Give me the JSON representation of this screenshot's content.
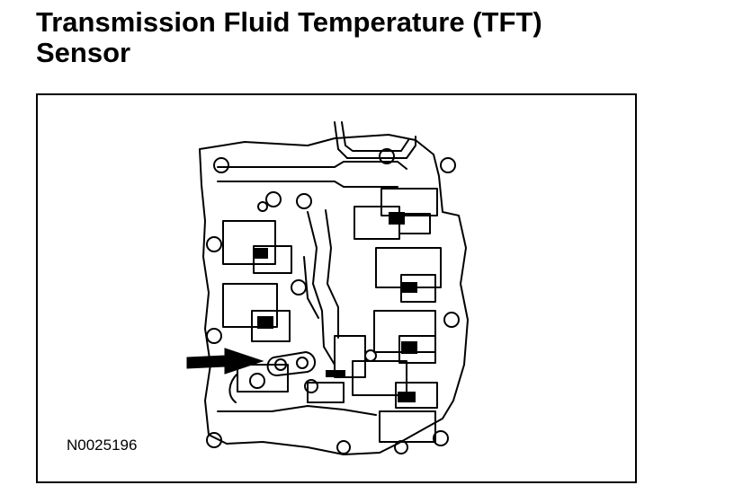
{
  "title": {
    "line1": "Transmission Fluid Temperature (TFT)",
    "line2": "Sensor"
  },
  "figure": {
    "id_label": "N0025196",
    "icons": [
      "valve-body-drawing",
      "arrow-icon"
    ]
  }
}
